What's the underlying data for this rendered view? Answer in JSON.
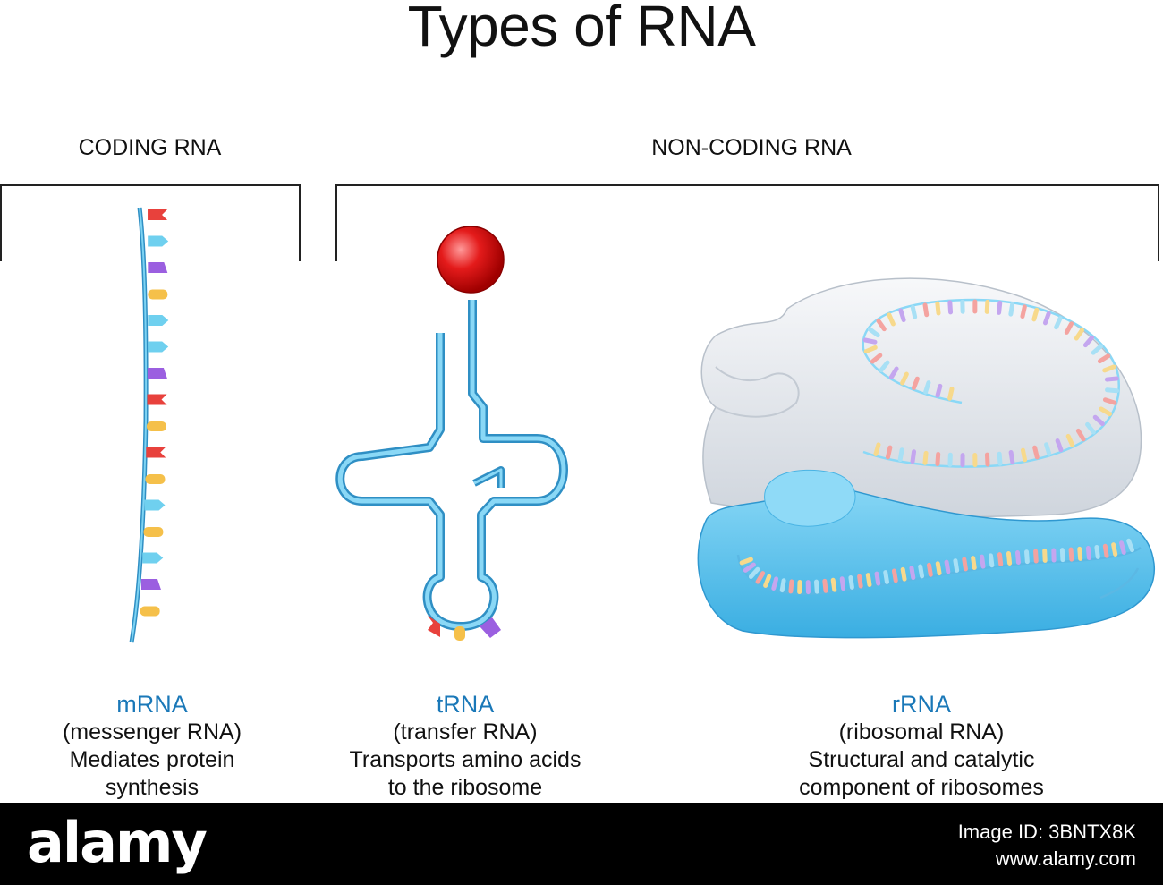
{
  "title": "Types of RNA",
  "groups": {
    "coding": "CODING RNA",
    "noncoding": "NON-CODING RNA"
  },
  "captions": {
    "mrna": {
      "name": "mRNA",
      "line1": "(messenger RNA)",
      "line2": "Mediates protein",
      "line3": "synthesis"
    },
    "trna": {
      "name": "tRNA",
      "line1": "(transfer RNA)",
      "line2": "Transports amino acids",
      "line3": "to the ribosome"
    },
    "rrna": {
      "name": "rRNA",
      "line1": "(ribosomal RNA)",
      "line2": "Structural and catalytic",
      "line3": "component of ribosomes"
    }
  },
  "footer": {
    "logo": "alamy",
    "image_id": "Image ID: 3BNTX8K",
    "site": "www.alamy.com"
  },
  "colors": {
    "backbone": "#5bc0e8",
    "red_base": "#e8413c",
    "cyan_base": "#6fd0ef",
    "purple_base": "#9b5fe0",
    "yellow_base": "#f5c04a",
    "amino_ball": "#e41b1b",
    "small_subunit": "#5cc2ec",
    "large_subunit": "#e6eaf0",
    "caption_accent": "#1a78b8"
  }
}
